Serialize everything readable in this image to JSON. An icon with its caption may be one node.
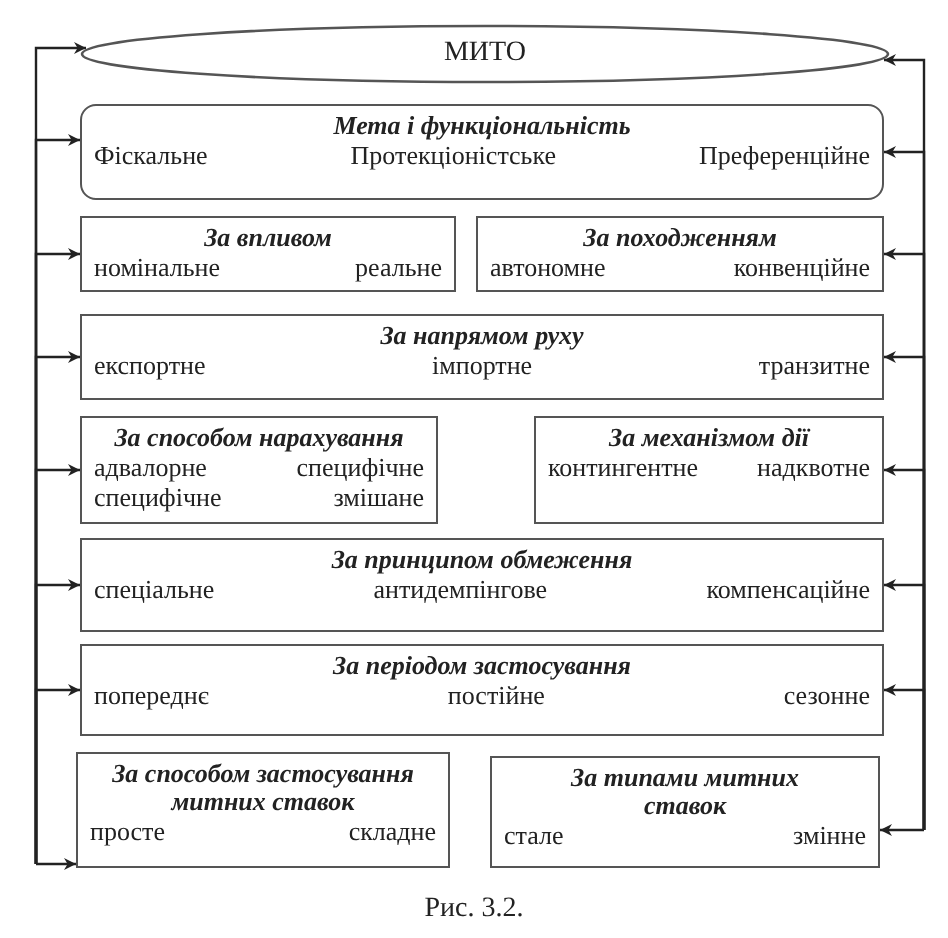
{
  "diagram": {
    "caption": "Рис. 3.2.",
    "nodes": [
      {
        "text": [
          "МИТО"
        ]
      },
      {
        "text": [
          "Мета і функціональність",
          "Фіскальне",
          "Протекціоністське",
          "Преференційне"
        ]
      },
      {
        "text": [
          "За впливом",
          "номінальне",
          "реальне"
        ]
      },
      {
        "text": [
          "За походженням",
          "автономне",
          "конвенційне"
        ]
      },
      {
        "text": [
          "За напрямом руху",
          "експортне",
          "імпортне",
          "транзитне"
        ]
      },
      {
        "text": [
          "За способом нарахування",
          "адвалорне",
          "специфічне",
          "специфічне",
          "змішане"
        ]
      },
      {
        "text": [
          "За механізмом дії",
          "контингентне",
          "надквотне"
        ]
      },
      {
        "text": [
          "За принципом обмеження",
          "спеціальне",
          "антидемпінгове",
          "компенсаційне"
        ]
      },
      {
        "text": [
          "За періодом застосування",
          "попереднє",
          "постійне",
          "сезонне"
        ]
      },
      {
        "text": [
          "За способом застосування митних ставок",
          "просте",
          "складне"
        ]
      },
      {
        "text": [
          "За типами митних ставок",
          "стале",
          "змінне"
        ]
      }
    ],
    "edges": [
      {
        "from": null,
        "to": 0,
        "arrow": "to"
      },
      {
        "from": null,
        "to": 1,
        "arrow": "to"
      },
      {
        "from": null,
        "to": 2,
        "arrow": "to"
      },
      {
        "from": null,
        "to": 4,
        "arrow": "to"
      },
      {
        "from": null,
        "to": 5,
        "arrow": "to"
      },
      {
        "from": null,
        "to": 7,
        "arrow": "to"
      },
      {
        "from": null,
        "to": 8,
        "arrow": "to"
      },
      {
        "from": null,
        "to": 9,
        "arrow": "to"
      },
      {
        "from": null,
        "to": 0,
        "arrow": "to"
      },
      {
        "from": null,
        "to": 1,
        "arrow": "to"
      },
      {
        "from": null,
        "to": 3,
        "arrow": "to"
      },
      {
        "from": null,
        "to": 4,
        "arrow": "to"
      },
      {
        "from": null,
        "to": 6,
        "arrow": "to"
      },
      {
        "from": null,
        "to": 7,
        "arrow": "to"
      },
      {
        "from": null,
        "to": 8,
        "arrow": "to"
      },
      {
        "from": null,
        "to": 10,
        "arrow": "to"
      }
    ]
  }
}
